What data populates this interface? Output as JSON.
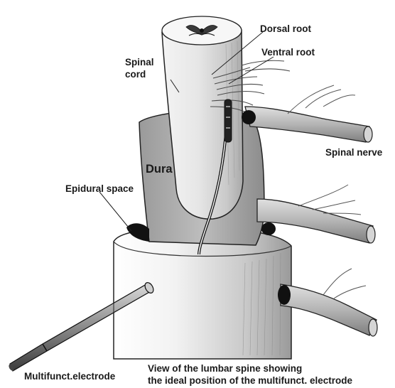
{
  "labels": {
    "dorsal_root": "Dorsal root",
    "ventral_root": "Ventral root",
    "spinal_cord_line1": "Spinal",
    "spinal_cord_line2": "cord",
    "spinal_nerve": "Spinal nerve",
    "dura": "Dura",
    "epidural_space": "Epidural space",
    "electrode": "Multifunct.electrode"
  },
  "caption": {
    "line1": "View of the lumbar spine showing",
    "line2": "the ideal position of the multifunct. electrode"
  }
}
